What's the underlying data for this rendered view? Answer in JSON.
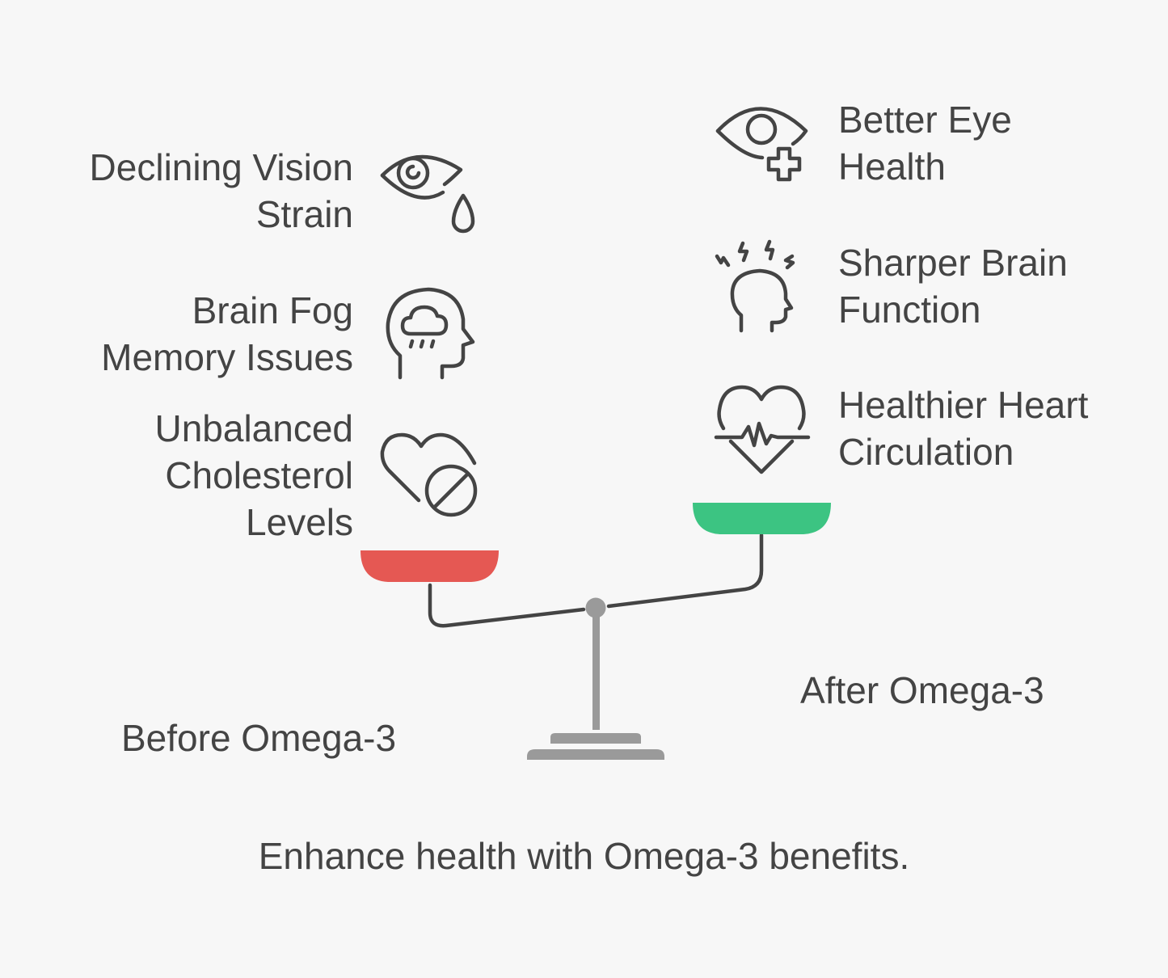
{
  "before": {
    "label": "Before Omega-3",
    "color": "#E55853",
    "items": [
      {
        "lines": [
          "Declining Vision",
          "Strain"
        ],
        "icon": "crying-eye-icon"
      },
      {
        "lines": [
          "Brain Fog",
          "Memory Issues"
        ],
        "icon": "foggy-head-icon"
      },
      {
        "lines": [
          "Unbalanced",
          "Cholesterol",
          "Levels"
        ],
        "icon": "heart-blocked-icon"
      }
    ]
  },
  "after": {
    "label": "After Omega-3",
    "color": "#3CC482",
    "items": [
      {
        "lines": [
          "Better Eye",
          "Health"
        ],
        "icon": "eye-plus-icon"
      },
      {
        "lines": [
          "Sharper Brain",
          "Function"
        ],
        "icon": "alert-head-icon"
      },
      {
        "lines": [
          "Healthier Heart",
          "Circulation"
        ],
        "icon": "heart-pulse-icon"
      }
    ]
  },
  "caption": "Enhance health with Omega-3 benefits.",
  "colors": {
    "stroke": "#444444",
    "stand": "#9A9A9A"
  }
}
